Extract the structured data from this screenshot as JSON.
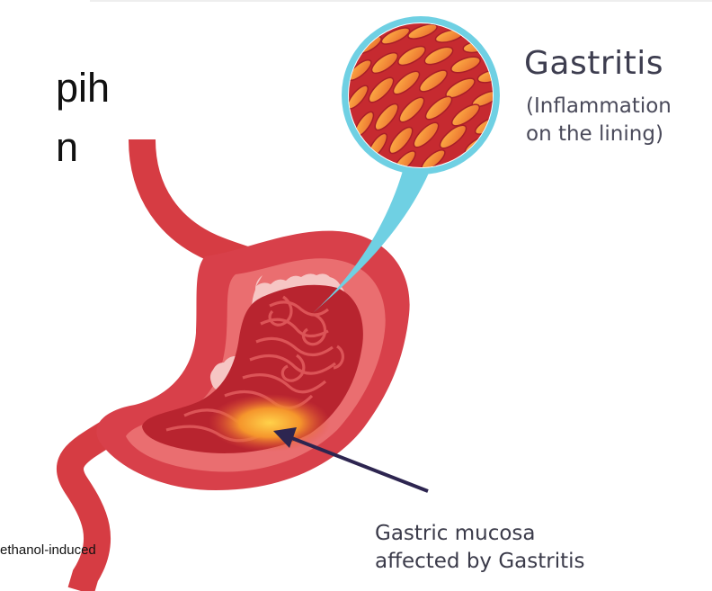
{
  "labels": {
    "title": "Gastritis",
    "subtitle_line1": "(Inflammation",
    "subtitle_line2": "on the lining)",
    "mucosa_line1": "Gastric mucosa",
    "mucosa_line2": "affected by Gastritis"
  },
  "fragments": {
    "frag1": "pih",
    "frag2": "n",
    "frag3": "ethanol-induced"
  }
}
